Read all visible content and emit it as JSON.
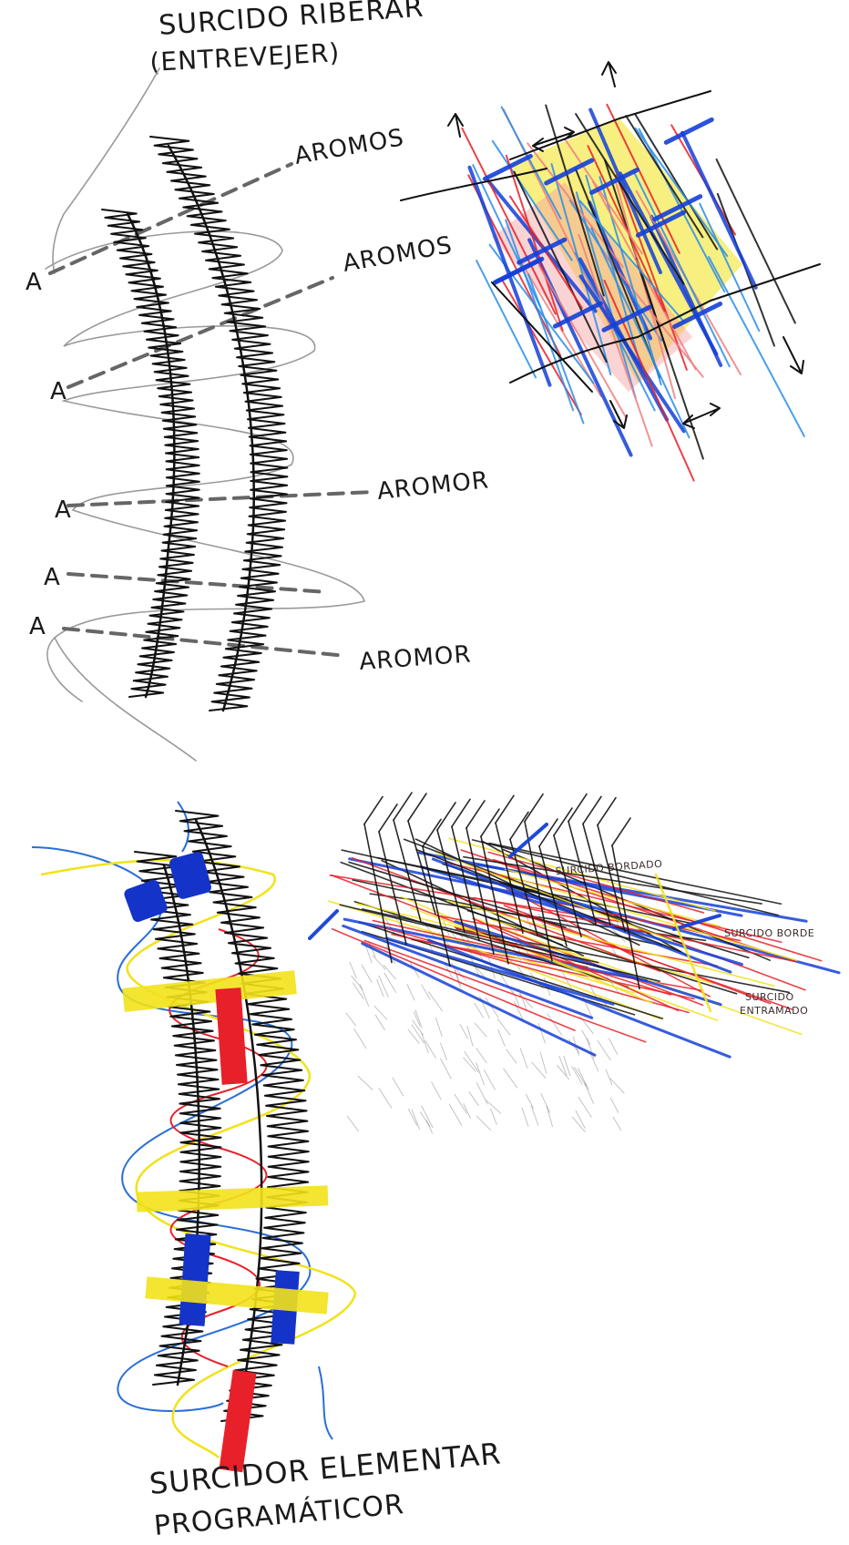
{
  "sketch_top": {
    "title_line1": "SURCIDO RIBERAR",
    "title_line2": "(ENTREVEJER)",
    "annotations": [
      "AROMOS",
      "AROMOS",
      "AROMOR",
      "AROMOR"
    ],
    "markers": [
      "A",
      "A",
      "A",
      "A",
      "A"
    ]
  },
  "sketch_perspective": {
    "labels": [
      "SURCIDO BORDADO",
      "SURCIDO BORDE",
      "SURCIDO",
      "ENTRAMADO"
    ]
  },
  "sketch_bottom": {
    "caption_line1": "SURCIDOR ELEMENTAR",
    "caption_line2": "PROGRAMÁTICOR"
  },
  "colors": {
    "ink": "#111111",
    "pencil": "#9a9a9a",
    "blue": "#1540d8",
    "light_blue": "#2a8ee8",
    "red": "#e8202a",
    "yellow": "#f2e21a",
    "pink": "#f08080"
  }
}
